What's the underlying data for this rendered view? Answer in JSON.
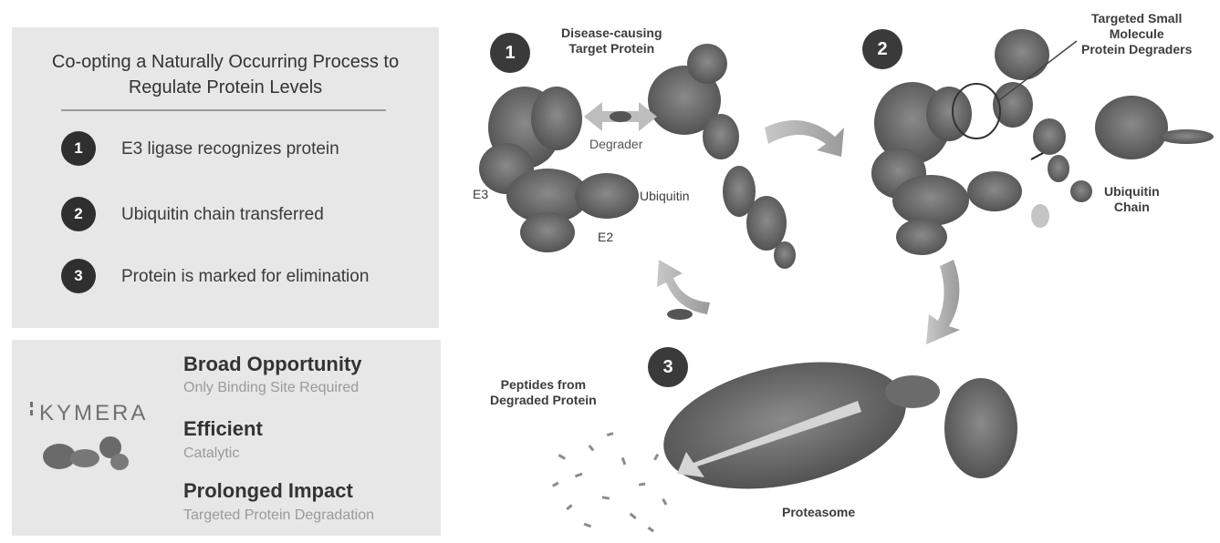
{
  "process_panel": {
    "title_line1": "Co-opting a Naturally Occurring Process to",
    "title_line2": "Regulate Protein Levels",
    "steps": [
      {
        "number": "1",
        "text": "E3 ligase recognizes protein"
      },
      {
        "number": "2",
        "text": "Ubiquitin chain transferred"
      },
      {
        "number": "3",
        "text": "Protein is marked for elimination"
      }
    ]
  },
  "brand_panel": {
    "logo_text": "KYMERA",
    "features": [
      {
        "title": "Broad Opportunity",
        "subtitle": "Only Binding Site Required"
      },
      {
        "title": "Efficient",
        "subtitle": "Catalytic"
      },
      {
        "title": "Prolonged Impact",
        "subtitle": "Targeted Protein Degradation"
      }
    ]
  },
  "diagram": {
    "stage_numbers": [
      "1",
      "2",
      "3"
    ],
    "labels": {
      "target_protein": [
        "Disease-causing",
        "Target Protein"
      ],
      "degrader": "Degrader",
      "e3": "E3",
      "e2": "E2",
      "ubiquitin": "Ubiquitin",
      "small_molecule": [
        "Targeted Small",
        "Molecule",
        "Protein Degraders"
      ],
      "ubiquitin_chain": [
        "Ubiquitin",
        "Chain"
      ],
      "peptides": [
        "Peptides from",
        "Degraded Protein"
      ],
      "proteasome": "Proteasome"
    }
  }
}
